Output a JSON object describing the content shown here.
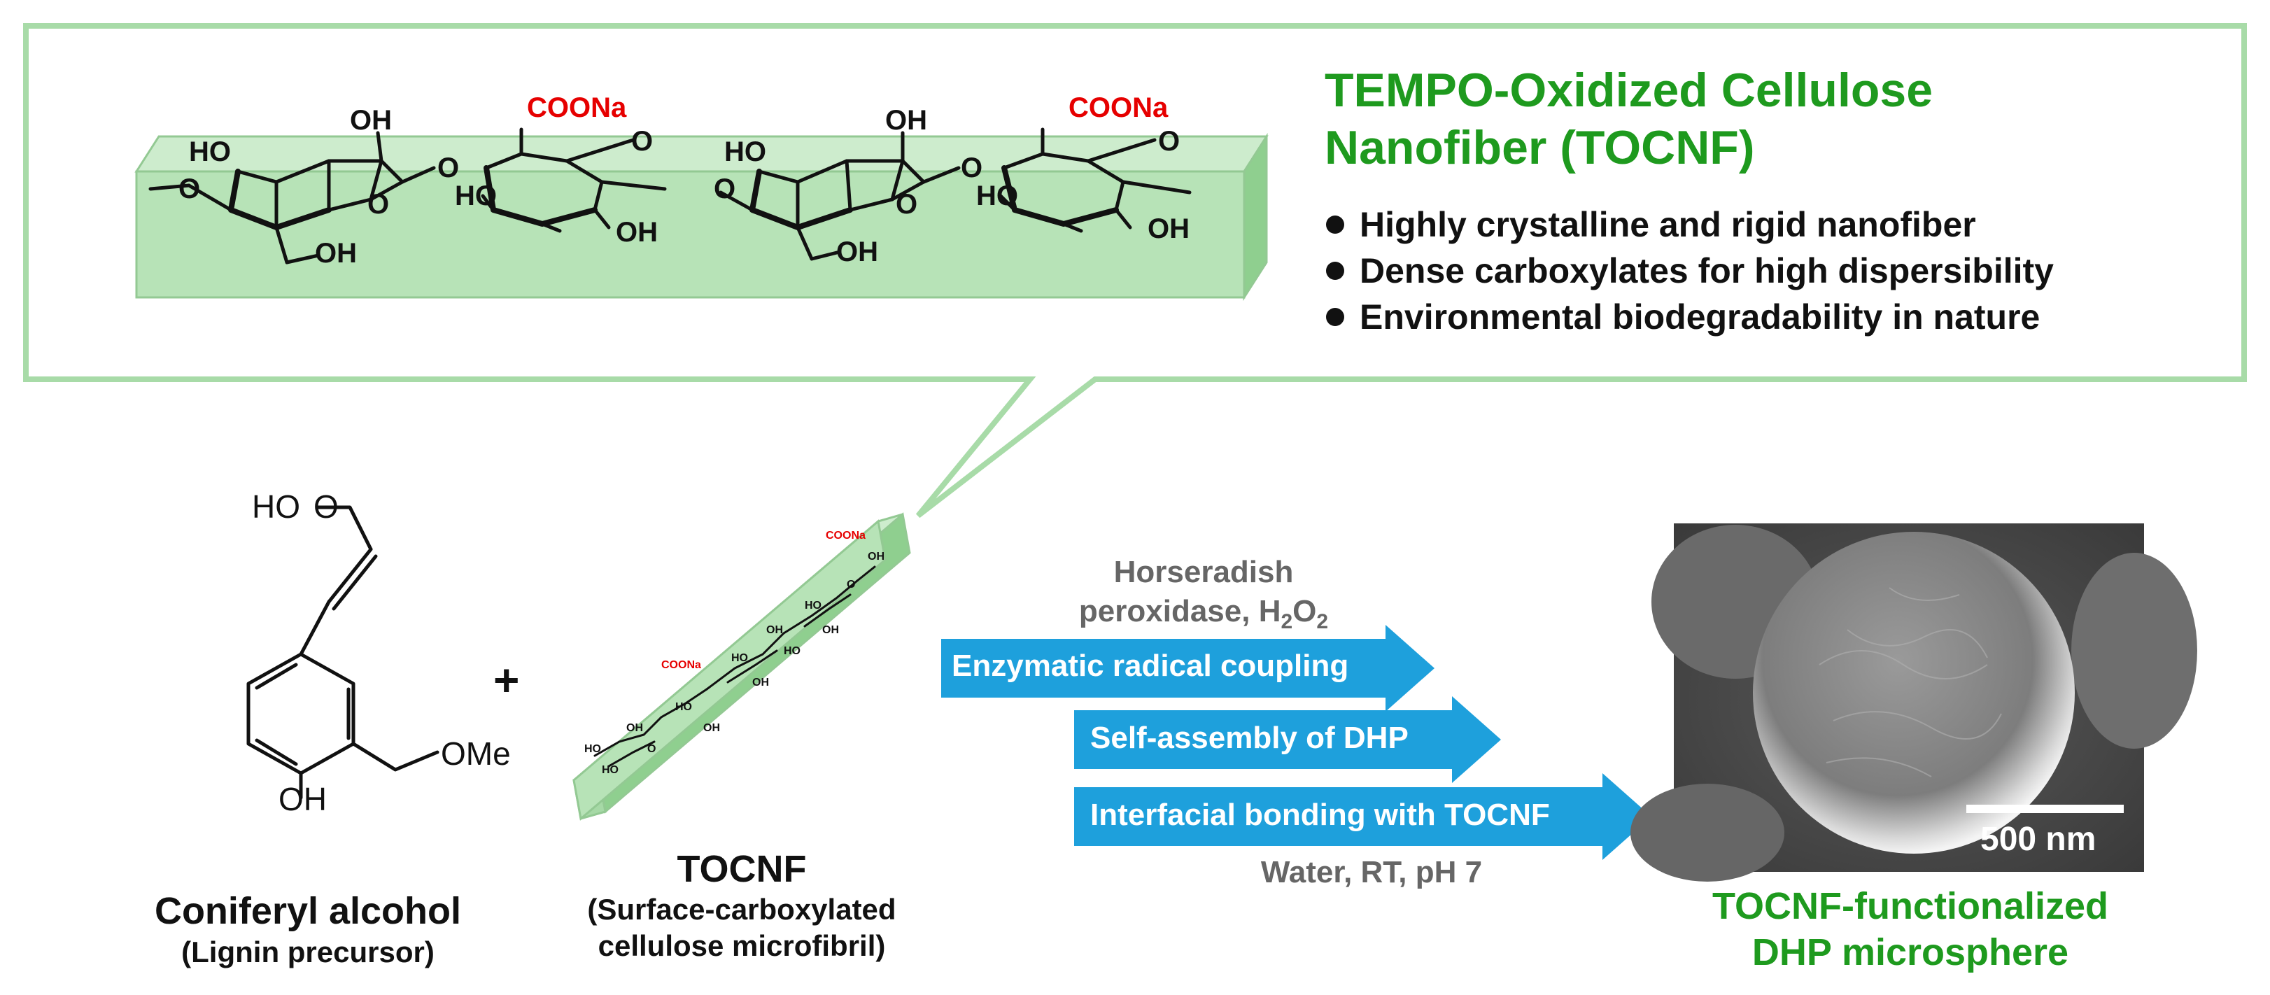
{
  "callout": {
    "title_line1": "TEMPO-Oxidized Cellulose",
    "title_line2": "Nanofiber (TOCNF)",
    "bullets": [
      "Highly crystalline and rigid nanofiber",
      "Dense carboxylates for high dispersibility",
      "Environmental biodegradability in nature"
    ]
  },
  "structure_labels": {
    "oh": "OH",
    "ho": "HO",
    "o": "O",
    "coona": "COONa",
    "ome": "OMe",
    "plus": "+"
  },
  "reactants": {
    "coniferyl_name": "Coniferyl alcohol",
    "coniferyl_sub": "(Lignin precursor)",
    "tocnf_name": "TOCNF",
    "tocnf_sub_line1": "(Surface-carboxylated",
    "tocnf_sub_line2": "cellulose microfibril)"
  },
  "conditions": {
    "enzyme_line1": "Horseradish",
    "enzyme_line2_prefix": "peroxidase, H",
    "enzyme_line2_sub1": "2",
    "enzyme_line2_mid": "O",
    "enzyme_line2_sub2": "2",
    "bottom": "Water, RT, pH 7"
  },
  "steps": [
    "Enzymatic radical coupling",
    "Self-assembly of DHP",
    "Interfacial bonding with TOCNF"
  ],
  "product": {
    "scale_label": "500 nm",
    "line1": "TOCNF-functionalized",
    "line2": "DHP microsphere"
  },
  "colors": {
    "green_border": "#a8dba8",
    "prism_fill": "#b7e3b7",
    "title_green": "#1e9a1e",
    "arrow_blue": "#1ea0dc",
    "coona_red": "#e60000",
    "condition_gray": "#666666"
  }
}
